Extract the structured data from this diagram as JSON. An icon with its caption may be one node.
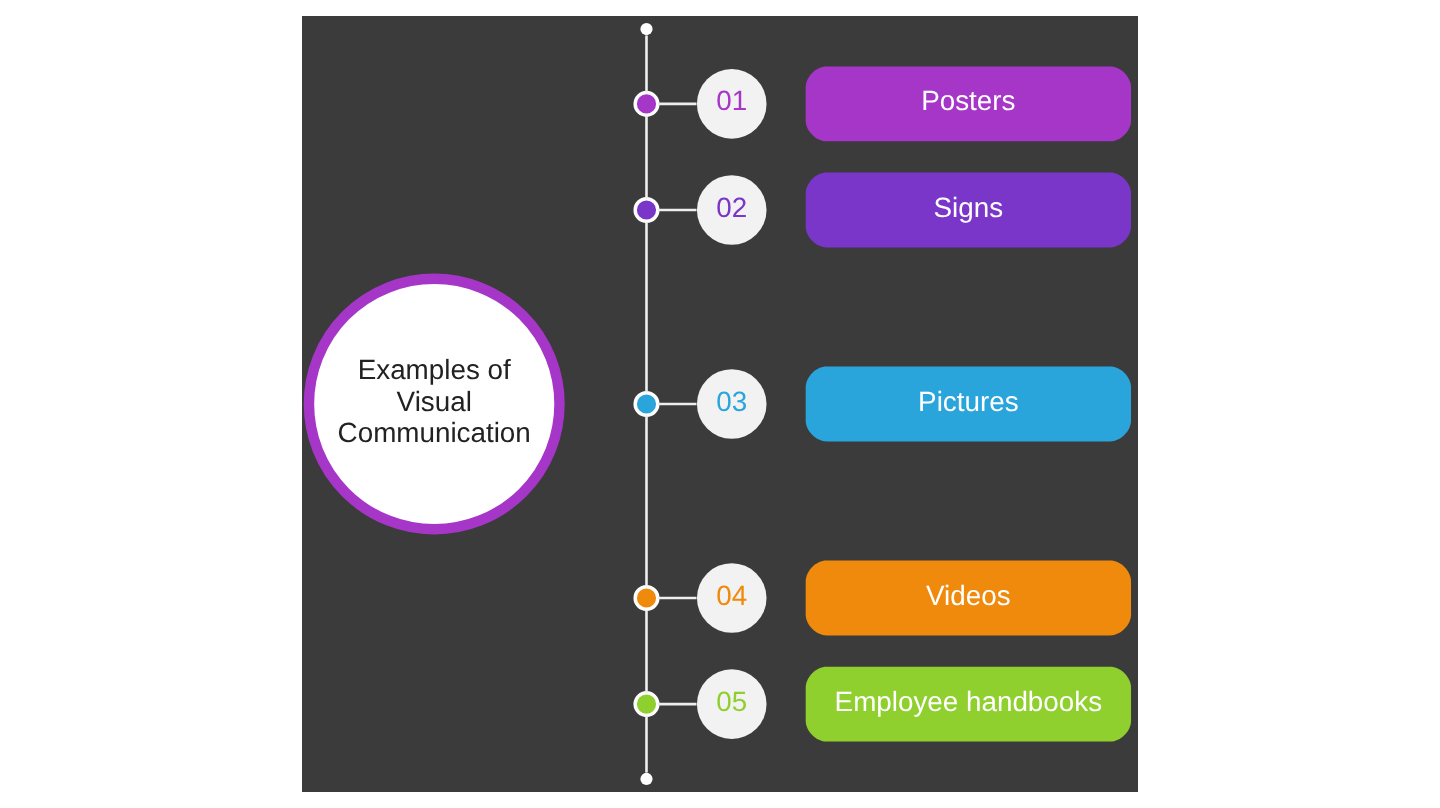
{
  "diagram": {
    "nodes": [
      {
        "text": [
          "Examples of Visual Communication"
        ]
      },
      {
        "text": [],
        "shape": "circle"
      },
      {
        "text": [],
        "shape": "circle"
      },
      {
        "text": [
          "01"
        ]
      },
      {
        "text": [
          "Posters"
        ]
      },
      {
        "text": [],
        "shape": "circle"
      },
      {
        "text": [
          "02"
        ]
      },
      {
        "text": [
          "Signs"
        ]
      },
      {
        "text": [],
        "shape": "circle"
      },
      {
        "text": [
          "03"
        ]
      },
      {
        "text": [
          "Pictures"
        ]
      },
      {
        "text": [],
        "shape": "circle"
      },
      {
        "text": [
          "04"
        ]
      },
      {
        "text": [
          "Videos"
        ]
      },
      {
        "text": [],
        "shape": "circle"
      },
      {
        "text": [
          "05"
        ]
      },
      {
        "text": [
          "Employee handbooks"
        ]
      },
      {
        "text": [],
        "shape": "circle"
      }
    ],
    "edges": [
      {
        "from": 1,
        "to": 2,
        "arrow": "none"
      },
      {
        "from": 2,
        "to": 5,
        "arrow": "none"
      },
      {
        "from": 5,
        "to": 8,
        "arrow": "none"
      },
      {
        "from": 8,
        "to": 11,
        "arrow": "none"
      },
      {
        "from": 11,
        "to": 14,
        "arrow": "none"
      },
      {
        "from": 14,
        "to": 17,
        "arrow": "none"
      },
      {
        "from": 2,
        "to": 3,
        "arrow": "none"
      },
      {
        "from": 5,
        "to": 6,
        "arrow": "none"
      },
      {
        "from": 8,
        "to": 9,
        "arrow": "none"
      },
      {
        "from": 11,
        "to": 12,
        "arrow": "none"
      },
      {
        "from": 14,
        "to": 15,
        "arrow": "none"
      }
    ]
  }
}
